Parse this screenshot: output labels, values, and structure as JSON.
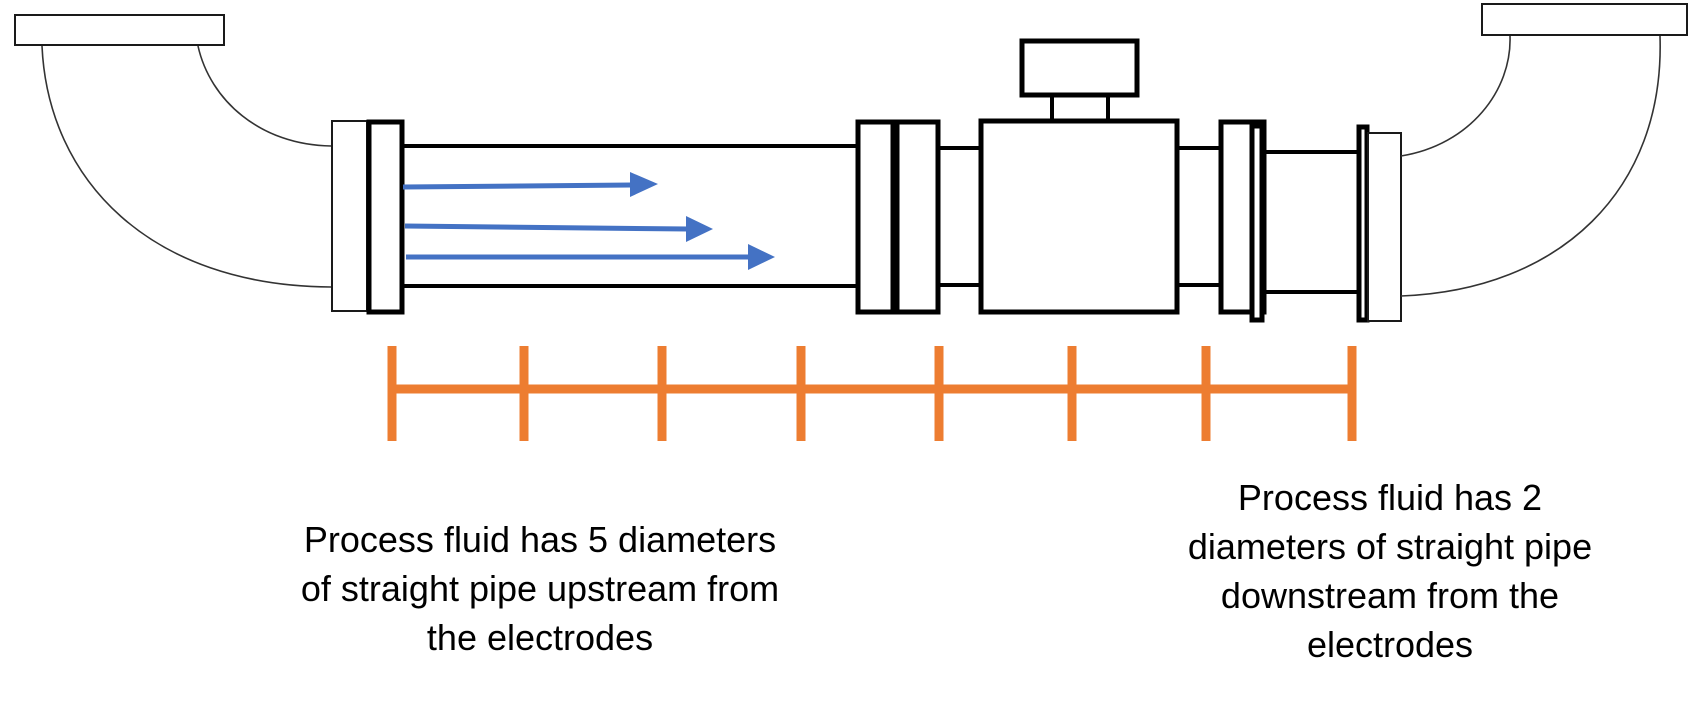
{
  "diagram": {
    "title": "Magnetic flowmeter straight pipe run requirements",
    "colors": {
      "flow_arrow": "#4472C4",
      "scale_bar": "#ED7D31",
      "outline": "#000000"
    },
    "components": {
      "upstream_elbow": "90-degree elbow (inlet)",
      "upstream_straight_pipe": "straight pipe section",
      "flowmeter_body": "magnetic flowmeter body",
      "transmitter": "transmitter head",
      "downstream_elbow": "90-degree elbow (outlet)"
    },
    "flow_arrows": [
      {
        "name": "flow-arrow-1",
        "direction": "right"
      },
      {
        "name": "flow-arrow-2",
        "direction": "right"
      },
      {
        "name": "flow-arrow-3",
        "direction": "right"
      }
    ],
    "scale": {
      "segments_total": 7,
      "upstream_diameters": 5,
      "downstream_diameters": 2,
      "unit": "pipe diameters"
    },
    "captions": {
      "upstream": [
        "Process fluid has 5 diameters",
        "of straight pipe upstream from",
        "the electrodes"
      ],
      "downstream": [
        "Process fluid has 2",
        "diameters of straight pipe",
        "downstream from the",
        "electrodes"
      ]
    }
  }
}
